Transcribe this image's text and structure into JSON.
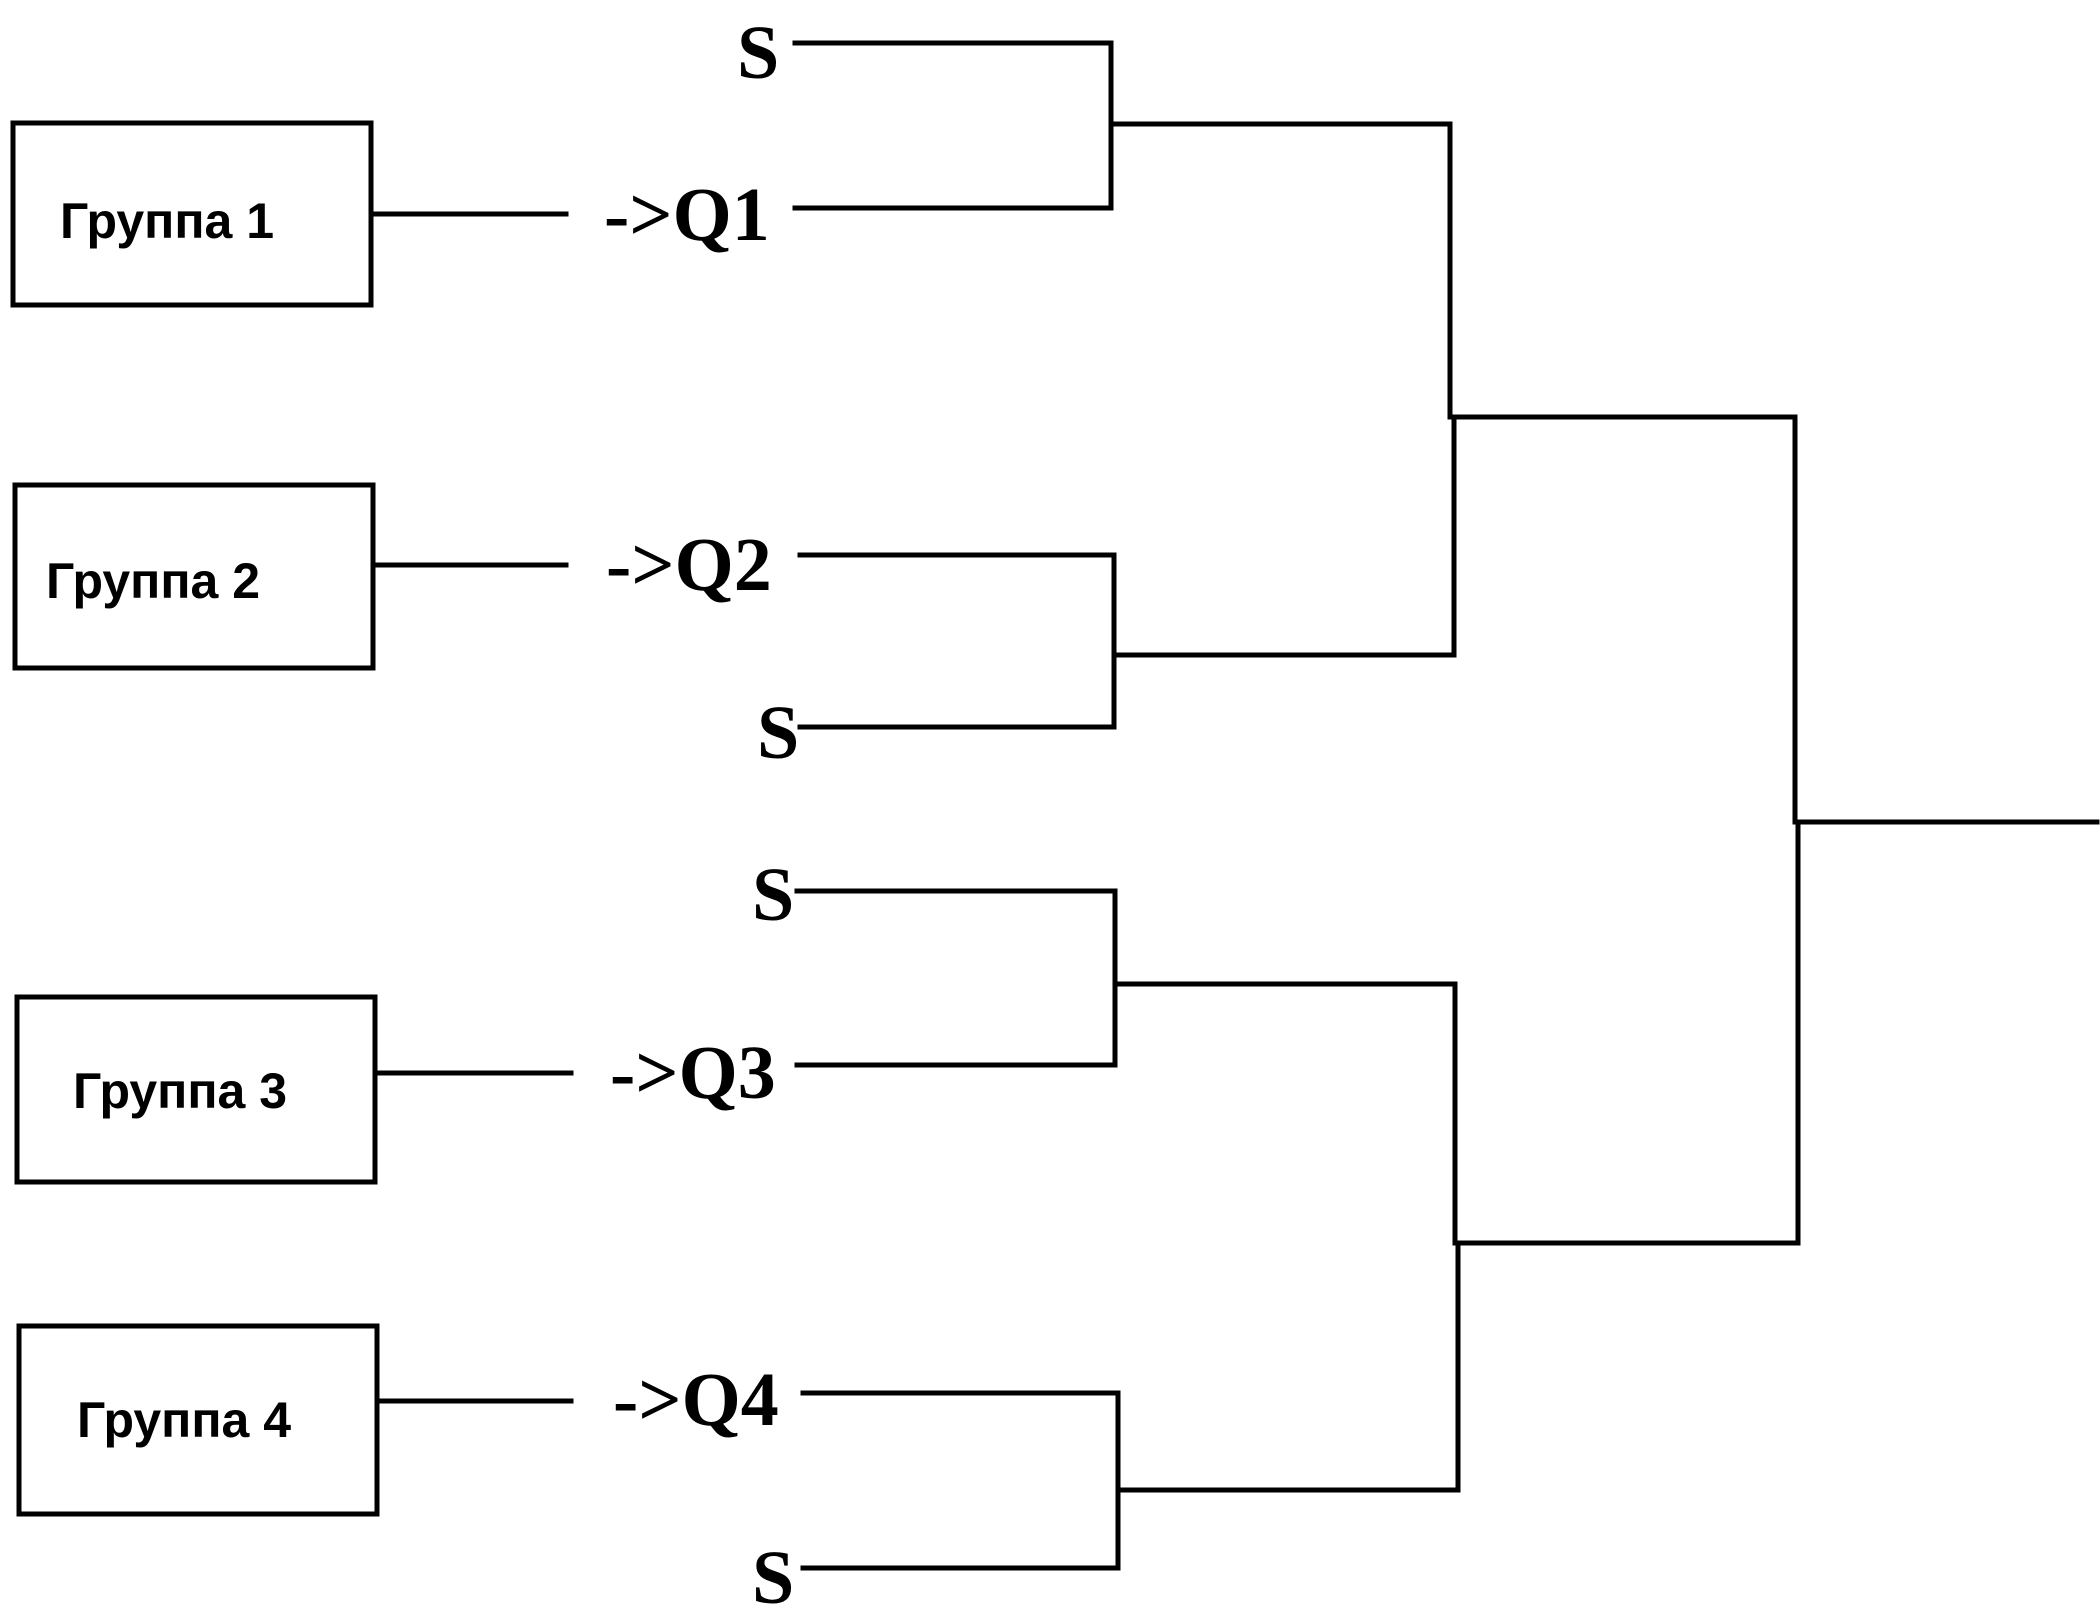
{
  "groups": [
    {
      "label": "Группа 1",
      "output": "->Q1"
    },
    {
      "label": "Группа 2",
      "output": "->Q2"
    },
    {
      "label": "Группа 3",
      "output": "->Q3"
    },
    {
      "label": "Группа 4",
      "output": "->Q4"
    }
  ],
  "signals": [
    "S",
    "S",
    "S",
    "S"
  ],
  "colors": {
    "stroke": "#000000",
    "background": "#ffffff"
  }
}
